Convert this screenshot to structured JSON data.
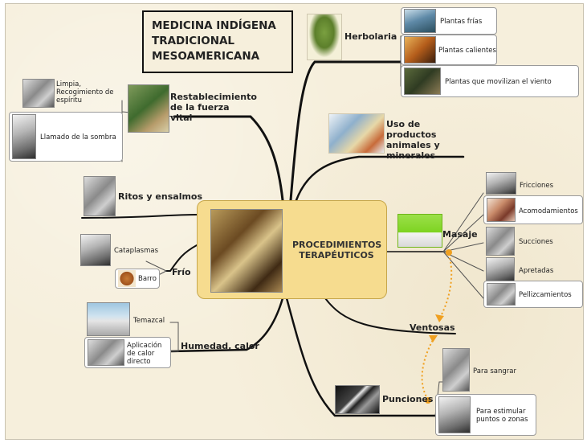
{
  "title": "MEDICINA INDÍGENA TRADICIONAL MESOAMERICANA",
  "center": "PROCEDIMIENTOS TERAPÉUTICOS",
  "branches": {
    "herbolaria": {
      "label": "Herbolaria",
      "children": [
        "Plantas frías",
        "Plantas calientes",
        "Plantas que movilizan el viento"
      ]
    },
    "productos": {
      "label": "Uso de productos animales y minerales"
    },
    "restablecimiento": {
      "label": "Restablecimiento de la fuerza vital",
      "children": [
        "Limpia, Recogimiento de espíritu",
        "Llamado de la sombra"
      ]
    },
    "ritos": {
      "label": "Ritos y ensalmos"
    },
    "frio": {
      "label": "Frío",
      "children": [
        "Cataplasmas",
        "Barro"
      ]
    },
    "humedad": {
      "label": "Humedad, calor",
      "children": [
        "Temazcal",
        "Aplicación de calor directo"
      ]
    },
    "masaje": {
      "label": "Masaje",
      "children": [
        "Fricciones",
        "Acomodamientos",
        "Succiones",
        "Apretadas",
        "Pellizcamientos"
      ]
    },
    "ventosas": {
      "label": "Ventosas"
    },
    "punciones": {
      "label": "Punciones",
      "children": [
        "Para sangrar",
        "Para estimular puntos o zonas"
      ]
    }
  },
  "colors": {
    "background": "#f6efdc",
    "center_fill": "#f6dc8f",
    "branch_line": "#111111",
    "relation_dot": "#f0a020"
  }
}
